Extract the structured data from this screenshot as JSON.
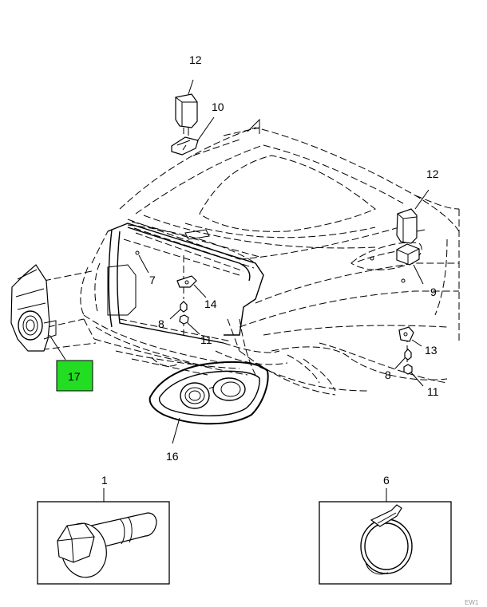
{
  "callouts": {
    "c1": "1",
    "c6": "6",
    "c7": "7",
    "c8a": "8",
    "c8b": "8",
    "c9": "9",
    "c10": "10",
    "c11a": "11",
    "c11b": "11",
    "c12a": "12",
    "c12b": "12",
    "c13": "13",
    "c14": "14",
    "c16": "16",
    "c17": "17"
  },
  "highlight_color": "#22dd22",
  "corner_mark": "EW1"
}
